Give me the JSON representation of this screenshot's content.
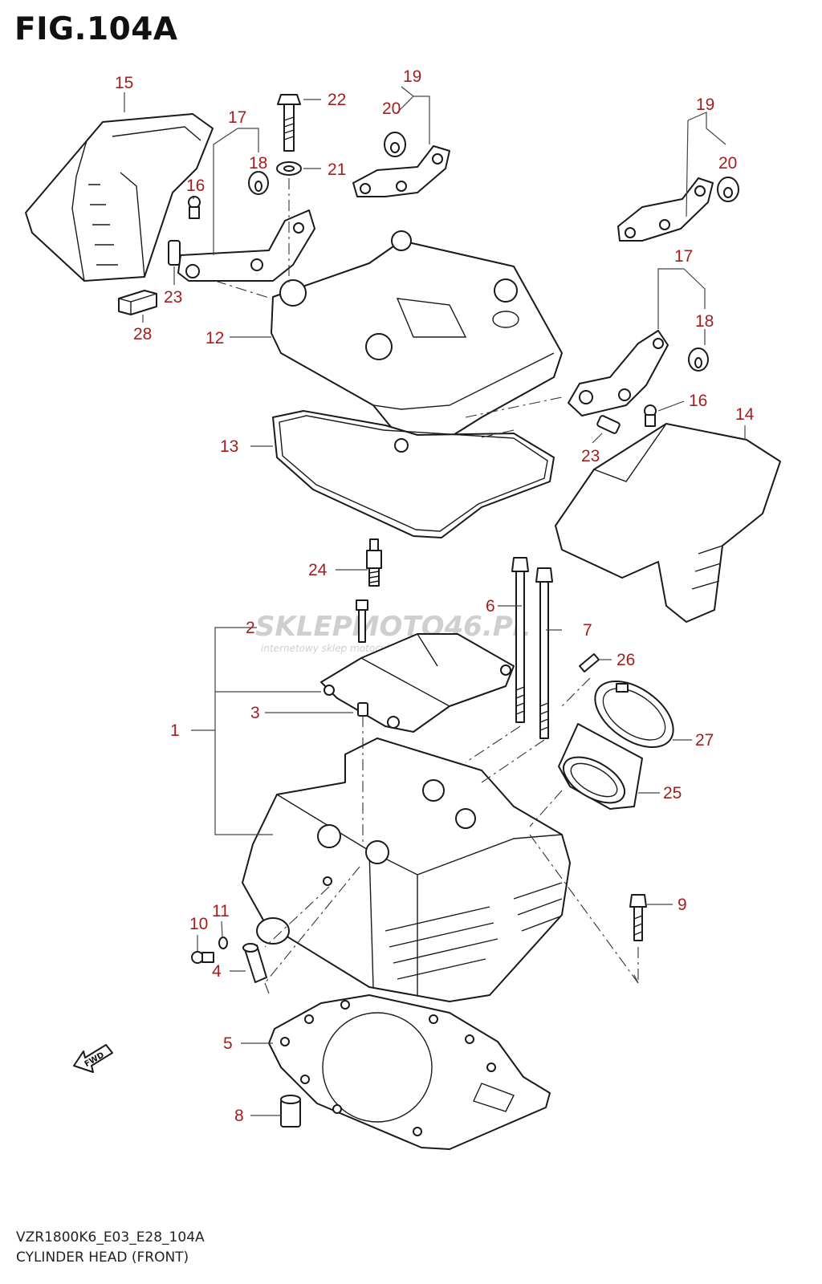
{
  "figure": {
    "title": "FIG.104A",
    "model_code": "VZR1800K6_E03_E28_104A",
    "name": "CYLINDER HEAD (FRONT)",
    "fwd_label": "FWD"
  },
  "watermark": {
    "brand": "SKLEPMOTO46.PL",
    "tagline": "internetowy sklep motocyklowy"
  },
  "colors": {
    "callout": "#a51d1d",
    "line": "#1a1a1a"
  },
  "callouts": [
    {
      "id": "c15",
      "label": "15"
    },
    {
      "id": "c17a",
      "label": "17"
    },
    {
      "id": "c18a",
      "label": "18"
    },
    {
      "id": "c22",
      "label": "22"
    },
    {
      "id": "c21",
      "label": "21"
    },
    {
      "id": "c19a",
      "label": "19"
    },
    {
      "id": "c20a",
      "label": "20"
    },
    {
      "id": "c19b",
      "label": "19"
    },
    {
      "id": "c20b",
      "label": "20"
    },
    {
      "id": "c16a",
      "label": "16"
    },
    {
      "id": "c23a",
      "label": "23"
    },
    {
      "id": "c28",
      "label": "28"
    },
    {
      "id": "c12",
      "label": "12"
    },
    {
      "id": "c17b",
      "label": "17"
    },
    {
      "id": "c18b",
      "label": "18"
    },
    {
      "id": "c16b",
      "label": "16"
    },
    {
      "id": "c14",
      "label": "14"
    },
    {
      "id": "c13",
      "label": "13"
    },
    {
      "id": "c23b",
      "label": "23"
    },
    {
      "id": "c24",
      "label": "24"
    },
    {
      "id": "c6",
      "label": "6"
    },
    {
      "id": "c2",
      "label": "2"
    },
    {
      "id": "c7",
      "label": "7"
    },
    {
      "id": "c26",
      "label": "26"
    },
    {
      "id": "c1",
      "label": "1"
    },
    {
      "id": "c3",
      "label": "3"
    },
    {
      "id": "c27",
      "label": "27"
    },
    {
      "id": "c25",
      "label": "25"
    },
    {
      "id": "c9",
      "label": "9"
    },
    {
      "id": "c10",
      "label": "10"
    },
    {
      "id": "c11",
      "label": "11"
    },
    {
      "id": "c4",
      "label": "4"
    },
    {
      "id": "c5",
      "label": "5"
    },
    {
      "id": "c8",
      "label": "8"
    }
  ]
}
